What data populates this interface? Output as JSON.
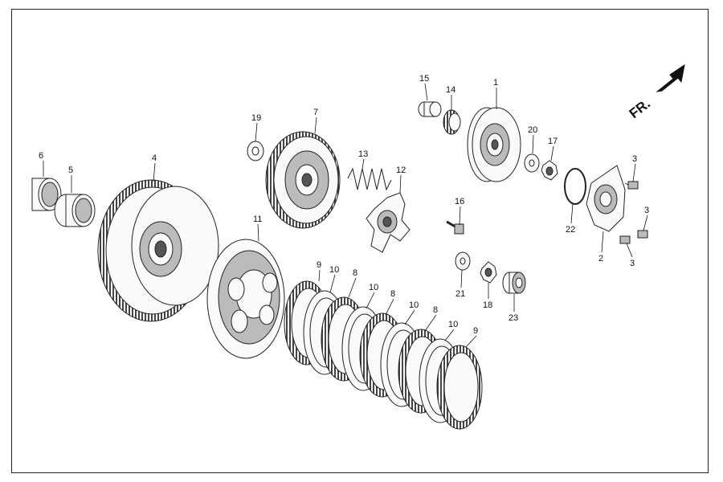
{
  "orientation": {
    "label": "FR."
  },
  "callouts": [
    {
      "id": "c1",
      "text": "1"
    },
    {
      "id": "c2",
      "text": "2"
    },
    {
      "id": "c3a",
      "text": "3"
    },
    {
      "id": "c3b",
      "text": "3"
    },
    {
      "id": "c3c",
      "text": "3"
    },
    {
      "id": "c4",
      "text": "4"
    },
    {
      "id": "c5",
      "text": "5"
    },
    {
      "id": "c6",
      "text": "6"
    },
    {
      "id": "c7",
      "text": "7"
    },
    {
      "id": "c8a",
      "text": "8"
    },
    {
      "id": "c8b",
      "text": "8"
    },
    {
      "id": "c8c",
      "text": "8"
    },
    {
      "id": "c9a",
      "text": "9"
    },
    {
      "id": "c9b",
      "text": "9"
    },
    {
      "id": "c10a",
      "text": "10"
    },
    {
      "id": "c10b",
      "text": "10"
    },
    {
      "id": "c10c",
      "text": "10"
    },
    {
      "id": "c10d",
      "text": "10"
    },
    {
      "id": "c11",
      "text": "11"
    },
    {
      "id": "c12",
      "text": "12"
    },
    {
      "id": "c13",
      "text": "13"
    },
    {
      "id": "c14",
      "text": "14"
    },
    {
      "id": "c15",
      "text": "15"
    },
    {
      "id": "c16",
      "text": "16"
    },
    {
      "id": "c17",
      "text": "17"
    },
    {
      "id": "c18",
      "text": "18"
    },
    {
      "id": "c19",
      "text": "19"
    },
    {
      "id": "c20",
      "text": "20"
    },
    {
      "id": "c21",
      "text": "21"
    },
    {
      "id": "c22",
      "text": "22"
    },
    {
      "id": "c23",
      "text": "23"
    }
  ]
}
